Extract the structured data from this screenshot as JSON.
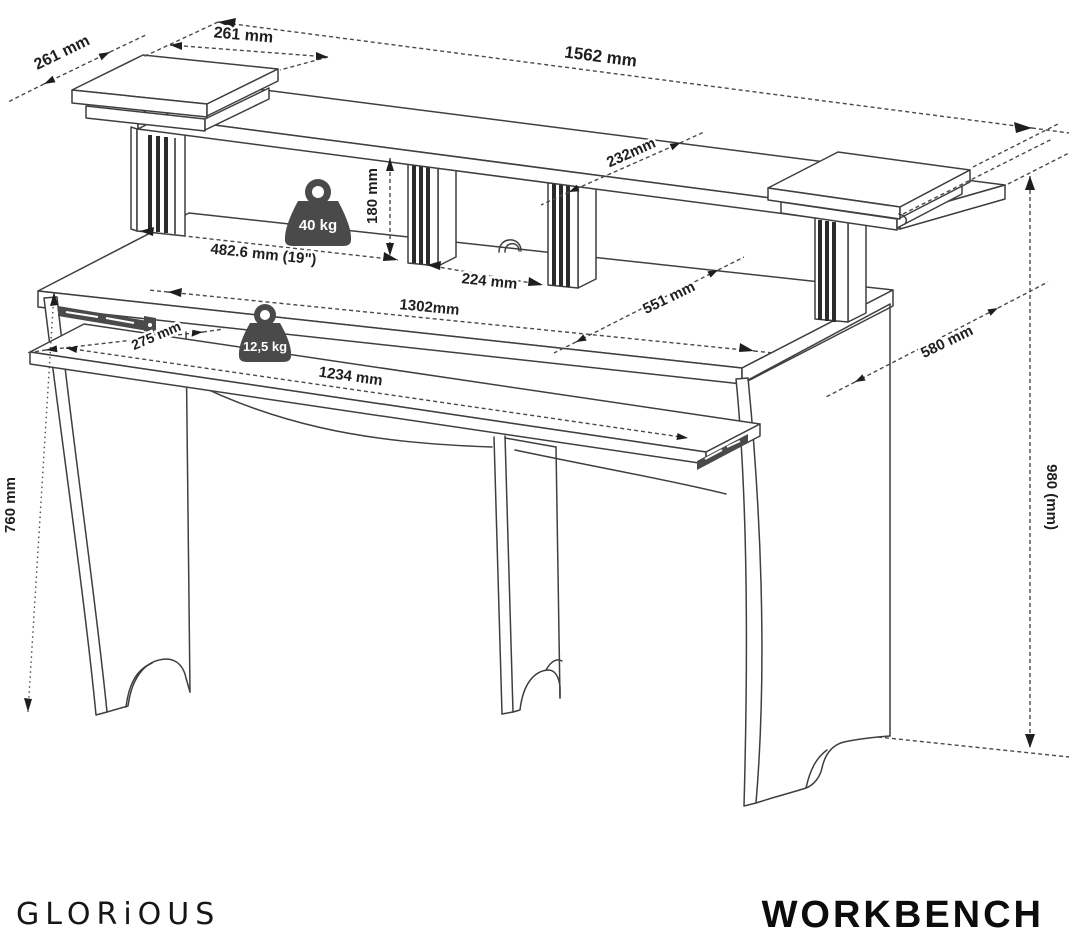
{
  "meta": {
    "background_color": "#ffffff",
    "line_color": "#3f3f3f",
    "dimension_line_color": "#4a4a4a",
    "label_color": "#1f1f1f",
    "weight_icon_color": "#4a4a4a"
  },
  "diagram": {
    "type": "technical-dimension-drawing",
    "subject": "studio workbench desk, isometric view with dimension callouts",
    "dimensions": {
      "platform_depth": "261 mm",
      "platform_width": "261 mm",
      "total_width": "1562 mm",
      "shelf_depth": "232mm",
      "rack_opening_height": "180 mm",
      "rack_width": "482.6 mm (19\")",
      "center_rack_width": "224 mm",
      "desktop_width": "1302mm",
      "desktop_depth": "551 mm",
      "tray_extension": "275 mm",
      "tray_width": "1234 mm",
      "total_depth": "580 mm",
      "desk_height": "760 mm",
      "total_height": "980 (mm)"
    },
    "load_ratings": {
      "shelf_load": "40 kg",
      "tray_load": "12,5 kg"
    },
    "icons": {
      "shelf_load_icon": "weight-kettlebell-icon",
      "tray_load_icon": "weight-kettlebell-icon"
    },
    "branding": {
      "brand": "GLORiOUS",
      "product_name": "WORKBENCH"
    }
  }
}
